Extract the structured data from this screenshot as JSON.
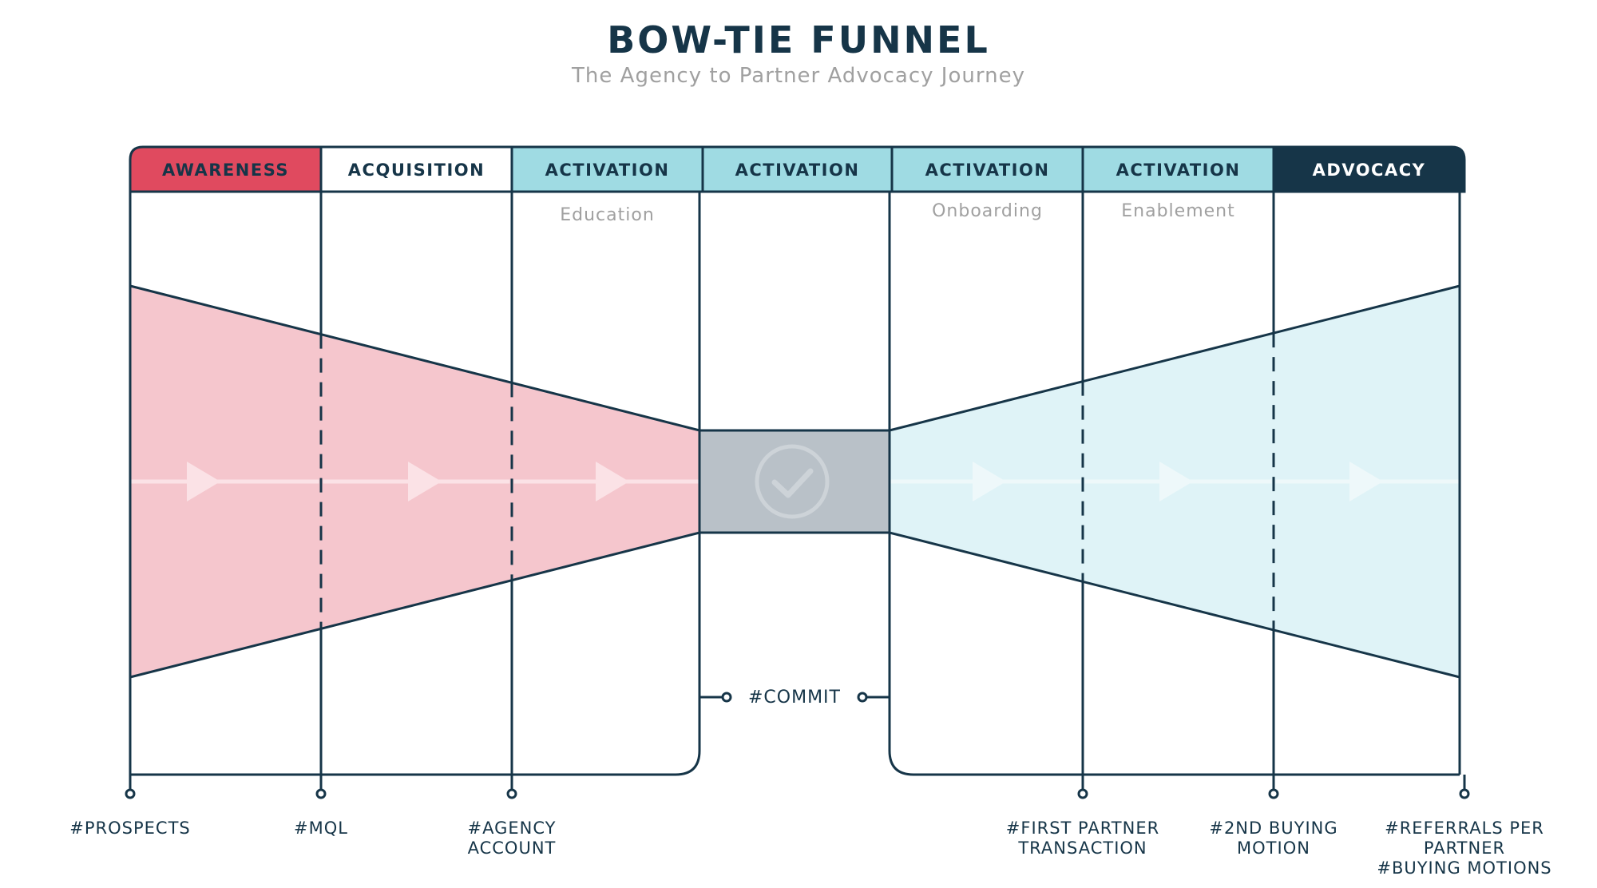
{
  "header": {
    "title": "BOW-TIE FUNNEL",
    "subtitle": "The Agency to Partner Advocacy Journey"
  },
  "colors": {
    "navy": "#163548",
    "red": "#e04a5f",
    "pink_fill": "#f5c6cd",
    "cyan": "#9fdbe3",
    "cyan_fill": "#dff3f7",
    "gray_box": "#b9c1c8",
    "sub_text": "#a0a0a0",
    "white": "#ffffff"
  },
  "stages": [
    {
      "label": "AWARENESS",
      "sublabel": "",
      "style": "red"
    },
    {
      "label": "ACQUISITION",
      "sublabel": "",
      "style": "white"
    },
    {
      "label": "ACTIVATION",
      "sublabel": "Education",
      "style": "cyan"
    },
    {
      "label": "ACTIVATION",
      "sublabel": "",
      "style": "cyan"
    },
    {
      "label": "ACTIVATION",
      "sublabel": "Onboarding",
      "style": "cyan"
    },
    {
      "label": "ACTIVATION",
      "sublabel": "Enablement",
      "style": "cyan"
    },
    {
      "label": "ADVOCACY",
      "sublabel": "",
      "style": "navy"
    }
  ],
  "center": {
    "commit_label": "#COMMIT",
    "icon": "checkmark-circle-icon"
  },
  "metrics": [
    {
      "lines": [
        "#PROSPECTS"
      ]
    },
    {
      "lines": [
        "#MQL"
      ]
    },
    {
      "lines": [
        "#AGENCY",
        "ACCOUNT"
      ]
    },
    {
      "lines": [
        "#FIRST PARTNER",
        "TRANSACTION"
      ]
    },
    {
      "lines": [
        "#2ND BUYING",
        "MOTION"
      ]
    },
    {
      "lines": [
        "#REFERRALS PER",
        "PARTNER",
        "#BUYING MOTIONS"
      ]
    }
  ]
}
